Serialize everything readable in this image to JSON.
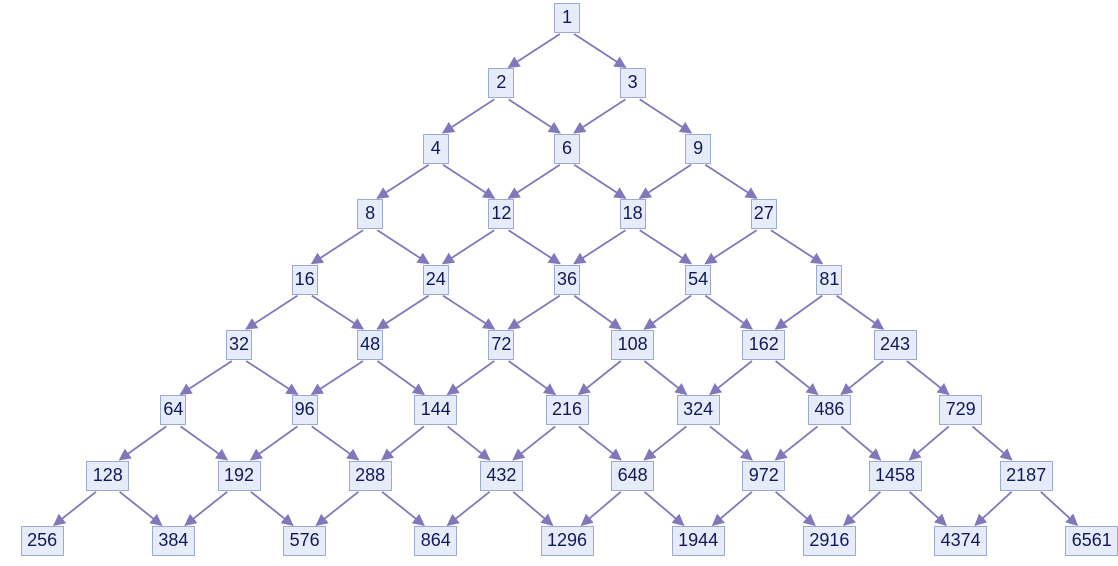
{
  "colors": {
    "node_fill": "#e6ecfa",
    "node_border": "#9aa9d6",
    "node_text": "#0f1a5a",
    "edge": "#8178bb"
  },
  "diagram": {
    "rows": [
      [
        "1"
      ],
      [
        "2",
        "3"
      ],
      [
        "4",
        "6",
        "9"
      ],
      [
        "8",
        "12",
        "18",
        "27"
      ],
      [
        "16",
        "24",
        "36",
        "54",
        "81"
      ],
      [
        "32",
        "48",
        "72",
        "108",
        "162",
        "243"
      ],
      [
        "64",
        "96",
        "144",
        "216",
        "324",
        "486",
        "729"
      ],
      [
        "128",
        "192",
        "288",
        "432",
        "648",
        "972",
        "1458",
        "2187"
      ],
      [
        "256",
        "384",
        "576",
        "864",
        "1296",
        "1944",
        "2916",
        "4374",
        "6561"
      ]
    ]
  }
}
